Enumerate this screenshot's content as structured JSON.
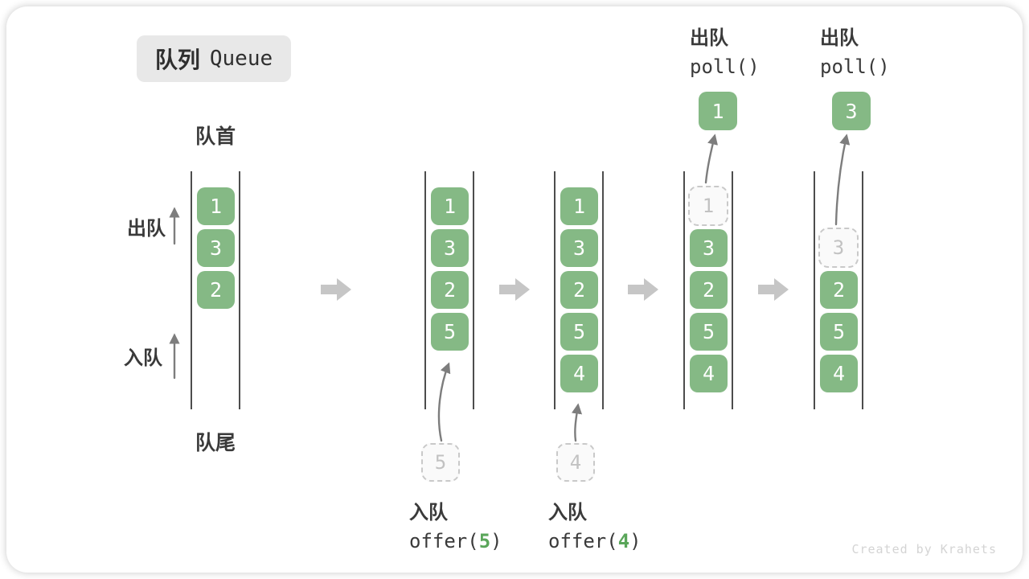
{
  "title": {
    "zh": "队列",
    "en": "Queue"
  },
  "labels": {
    "front": "队首",
    "rear": "队尾",
    "dequeue": "出队",
    "enqueue": "入队"
  },
  "operations": {
    "enqueue5": {
      "label": "入队",
      "code_pre": "offer(",
      "arg": "5",
      "code_post": ")"
    },
    "enqueue4": {
      "label": "入队",
      "code_pre": "offer(",
      "arg": "4",
      "code_post": ")"
    },
    "poll1": {
      "label": "出队",
      "code": "poll()"
    },
    "poll2": {
      "label": "出队",
      "code": "poll()"
    }
  },
  "states": [
    {
      "name": "initial",
      "slots": [
        "1",
        "3",
        "2"
      ]
    },
    {
      "name": "after-offer-5",
      "slots": [
        "1",
        "3",
        "2",
        "5"
      ],
      "staged": "5"
    },
    {
      "name": "after-offer-4",
      "slots": [
        "1",
        "3",
        "2",
        "5",
        "4"
      ],
      "staged": "4"
    },
    {
      "name": "polling-1",
      "ghost": "1",
      "slots": [
        "3",
        "2",
        "5",
        "4"
      ],
      "popped": "1"
    },
    {
      "name": "polling-3",
      "ghost": "3",
      "slots": [
        "2",
        "5",
        "4"
      ],
      "popped": "3"
    }
  ],
  "colors": {
    "item_green": "#85b985",
    "code_arg_green": "#5aa65a",
    "arrow_gray": "#7d7d7d",
    "block_arrow_gray": "#c6c6c6"
  },
  "watermark": "Created by Krahets"
}
